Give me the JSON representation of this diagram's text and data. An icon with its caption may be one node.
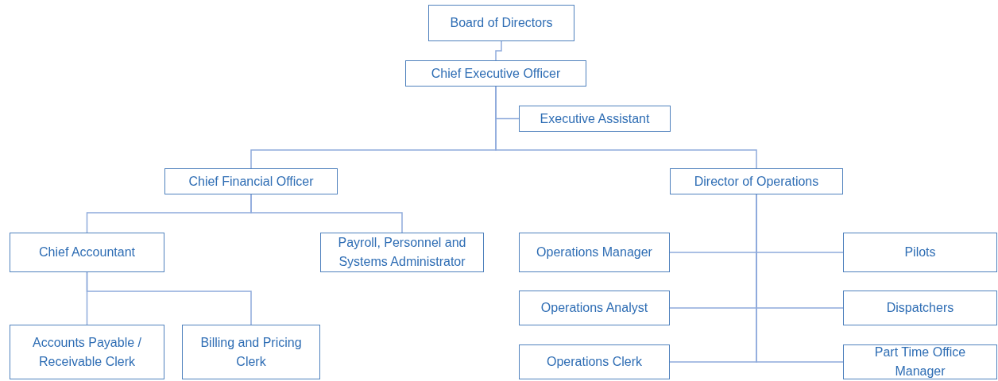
{
  "diagram": {
    "nodes": [
      {
        "text": [
          "Board of Directors"
        ]
      },
      {
        "text": [
          "Chief Executive Officer"
        ]
      },
      {
        "text": [
          "Executive Assistant"
        ]
      },
      {
        "text": [
          "Chief Financial Officer"
        ]
      },
      {
        "text": [
          "Director of Operations"
        ]
      },
      {
        "text": [
          "Chief Accountant"
        ]
      },
      {
        "text": [
          "Payroll, Personnel and Systems Administrator"
        ]
      },
      {
        "text": [
          "Accounts Payable / Receivable Clerk"
        ]
      },
      {
        "text": [
          "Billing and Pricing Clerk"
        ]
      },
      {
        "text": [
          "Operations Manager"
        ]
      },
      {
        "text": [
          "Pilots"
        ]
      },
      {
        "text": [
          "Operations Analyst"
        ]
      },
      {
        "text": [
          "Dispatchers"
        ]
      },
      {
        "text": [
          "Operations Clerk"
        ]
      },
      {
        "text": [
          "Part Time Office Manager"
        ]
      }
    ],
    "edges": [
      {
        "from": 0,
        "to": 1,
        "arrow": "none"
      },
      {
        "from": 1,
        "to": 2,
        "arrow": "none"
      },
      {
        "from": 1,
        "to": 3,
        "arrow": "none"
      },
      {
        "from": 1,
        "to": 4,
        "arrow": "none"
      },
      {
        "from": 3,
        "to": 5,
        "arrow": "none"
      },
      {
        "from": 3,
        "to": 6,
        "arrow": "none"
      },
      {
        "from": 5,
        "to": 7,
        "arrow": "none"
      },
      {
        "from": 5,
        "to": 8,
        "arrow": "none"
      },
      {
        "from": 4,
        "to": 9,
        "arrow": "none"
      },
      {
        "from": 4,
        "to": 10,
        "arrow": "none"
      },
      {
        "from": 4,
        "to": 11,
        "arrow": "none"
      },
      {
        "from": 4,
        "to": 12,
        "arrow": "none"
      },
      {
        "from": 4,
        "to": 13,
        "arrow": "none"
      },
      {
        "from": 4,
        "to": 14,
        "arrow": "none"
      }
    ]
  }
}
